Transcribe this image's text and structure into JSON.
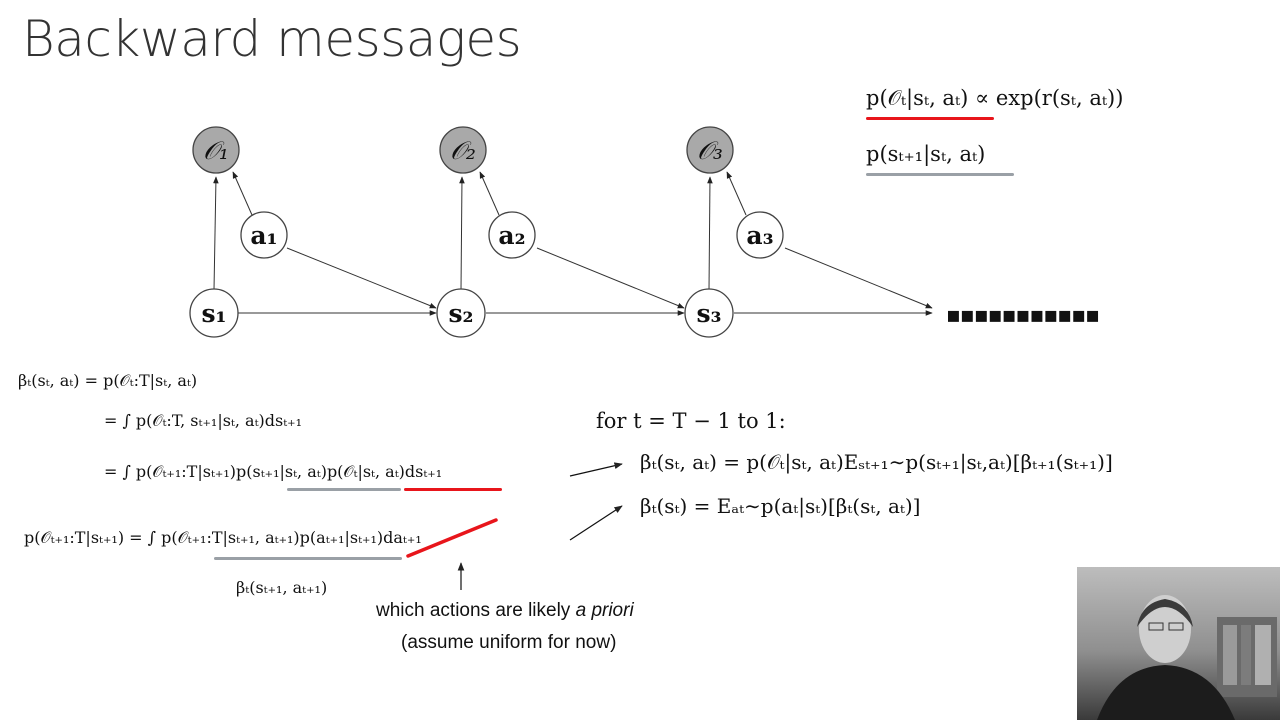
{
  "slide": {
    "title": "Backward messages"
  },
  "graph": {
    "nodes": {
      "O1": "𝒪₁",
      "O2": "𝒪₂",
      "O3": "𝒪₃",
      "a1": "a₁",
      "a2": "a₂",
      "a3": "a₃",
      "s1": "s₁",
      "s2": "s₂",
      "s3": "s₃"
    },
    "ellipsis": "▪▪▪▪▪▪▪▪▪▪▪"
  },
  "top_right": {
    "optimality": "p(𝒪ₜ|sₜ, aₜ) ∝ exp(r(sₜ, aₜ))",
    "dynamics": "p(sₜ₊₁|sₜ, aₜ)"
  },
  "derivation": {
    "line1": "βₜ(sₜ, aₜ) = p(𝒪ₜ:T|sₜ, aₜ)",
    "line2": "= ∫ p(𝒪ₜ:T, sₜ₊₁|sₜ, aₜ)dsₜ₊₁",
    "line3": "= ∫ p(𝒪ₜ₊₁:T|sₜ₊₁)p(sₜ₊₁|sₜ, aₜ)p(𝒪ₜ|sₜ, aₜ)dsₜ₊₁",
    "line4": "p(𝒪ₜ₊₁:T|sₜ₊₁) = ∫ p(𝒪ₜ₊₁:T|sₜ₊₁, aₜ₊₁)p(aₜ₊₁|sₜ₊₁)daₜ₊₁",
    "beta_label": "βₜ(sₜ₊₁, aₜ₊₁)"
  },
  "algorithm": {
    "loop": "for t = T − 1 to 1:",
    "beta_sa": "βₜ(sₜ, aₜ) = p(𝒪ₜ|sₜ, aₜ)Eₛₜ₊₁∼p(sₜ₊₁|sₜ,aₜ)[βₜ₊₁(sₜ₊₁)]",
    "beta_s": "βₜ(sₜ) = Eₐₜ∼p(aₜ|sₜ)[βₜ(sₜ, aₜ)]"
  },
  "annotation": {
    "line1_prefix": "which actions are likely ",
    "line1_italic": "a priori",
    "line2": "(assume uniform for now)"
  },
  "colors": {
    "red": "#e8151b",
    "gray": "#9aa0a6",
    "observed_fill": "#a9a9a9"
  }
}
